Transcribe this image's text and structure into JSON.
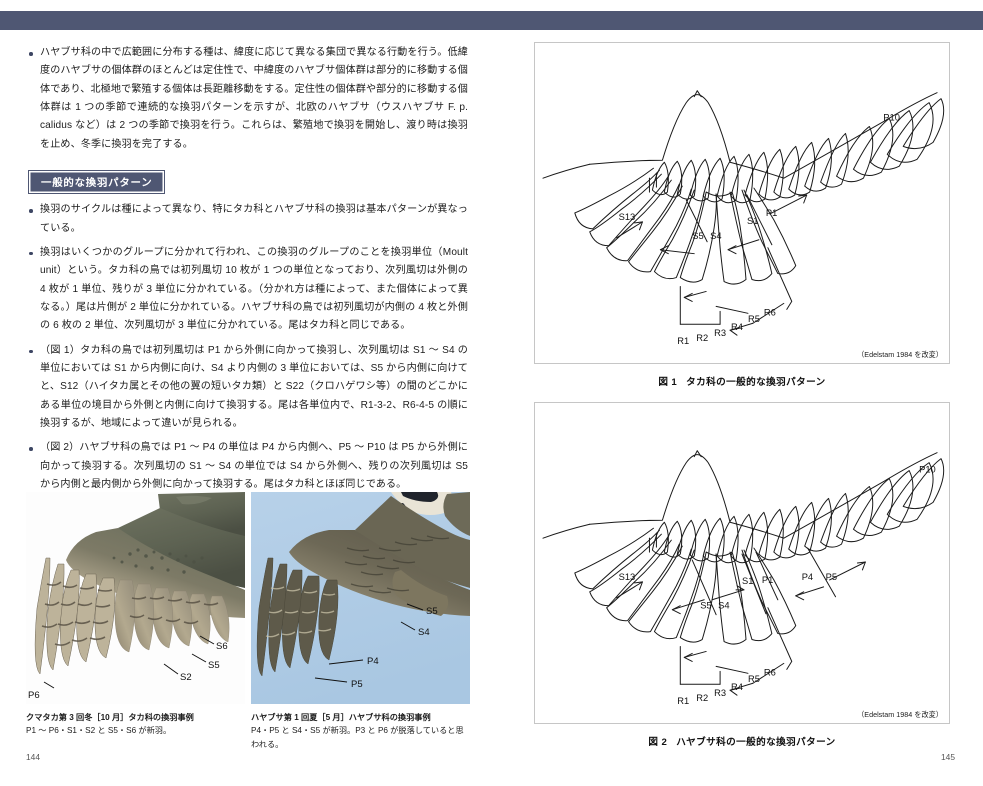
{
  "document": {
    "type": "book-spread",
    "accent_color": "#4f5773",
    "left_folio": "144",
    "right_folio": "145"
  },
  "left_page": {
    "paragraphs": [
      "ハヤブサ科の中で広範囲に分布する種は、緯度に応じて異なる集団で異なる行動を行う。低緯度のハヤブサの個体群のほとんどは定住性で、中緯度のハヤブサ個体群は部分的に移動する個体であり、北極地で繁殖する個体は長距離移動をする。定住性の個体群や部分的に移動する個体群は 1 つの季節で連続的な換羽パターンを示すが、北欧のハヤブサ（ウスハヤブサ F. p. calidus など）は 2 つの季節で換羽を行う。これらは、繁殖地で換羽を開始し、渡り時は換羽を止め、冬季に換羽を完了する。"
    ],
    "section_heading": "一般的な換羽パターン",
    "section_bullets": [
      "換羽のサイクルは種によって異なり、特にタカ科とハヤブサ科の換羽は基本パターンが異なっている。",
      "換羽はいくつかのグループに分かれて行われ、この換羽のグループのことを換羽単位（Moult unit）という。タカ科の鳥では初列風切 10 枚が 1 つの単位となっており、次列風切は外側の 4 枚が 1 単位、残りが 3 単位に分かれている。（分かれ方は種によって、また個体によって異なる。）尾は片側が 2 単位に分かれている。ハヤブサ科の鳥では初列風切が内側の 4 枚と外側の 6 枚の 2 単位、次列風切が 3 単位に分かれている。尾はタカ科と同じである。",
      "（図 1）タカ科の鳥では初列風切は P1 から外側に向かって換羽し、次列風切は S1 〜 S4 の単位においては S1 から内側に向け、S4 より内側の 3 単位においては、S5 から内側に向けてと、S12（ハイタカ属とその他の翼の短いタカ類）と S22（クロハゲワシ等）の間のどこかにある単位の境目から外側と内側に向けて換羽する。尾は各単位内で、R1-3-2、R6-4-5 の順に換羽するが、地域によって違いが見られる。",
      "（図 2）ハヤブサ科の鳥では P1 〜 P4 の単位は P4 から内側へ、P5 〜 P10 は P5 から外側に向かって換羽する。次列風切の S1 〜 S4 の単位では S4 から外側へ、残りの次列風切は S5 から内側と最内側から外側に向かって換羽する。尾はタカ科とほぼ同じである。"
    ],
    "photos": [
      {
        "name": "kumataka-photo",
        "subject": "クマタカ",
        "labels": [
          "P6",
          "S2",
          "S5",
          "S6"
        ],
        "caption_title": "クマタカ第 3 回冬［10 月］タカ科の換羽事例",
        "caption_body": "P1 〜 P6・S1・S2 と S5・S6 が新羽。"
      },
      {
        "name": "hayabusa-photo",
        "subject": "ハヤブサ",
        "labels": [
          "S5",
          "S4",
          "P4",
          "P5"
        ],
        "caption_title": "ハヤブサ第 1 回夏［5 月］ハヤブサ科の換羽事例",
        "caption_body": "P4・P5 と S4・S5 が新羽。P3 と P6 が脱落していると思われる。"
      }
    ]
  },
  "right_page": {
    "figures": [
      {
        "id": "figure-1",
        "number": "図 1",
        "caption": "タカ科の一般的な換羽パターン",
        "source": "（Edelstam 1984 を改変）",
        "feather_labels": [
          "S13",
          "S5",
          "S4",
          "S1",
          "P1",
          "P10",
          "R1",
          "R2",
          "R3",
          "R4",
          "R5",
          "R6"
        ]
      },
      {
        "id": "figure-2",
        "number": "図 2",
        "caption": "ハヤブサ科の一般的な換羽パターン",
        "source": "（Edelstam 1984 を改変）",
        "feather_labels": [
          "S13",
          "S5",
          "S4",
          "S1",
          "P1",
          "P4",
          "P5",
          "P10",
          "R1",
          "R2",
          "R3",
          "R4",
          "R5",
          "R6"
        ]
      }
    ]
  }
}
